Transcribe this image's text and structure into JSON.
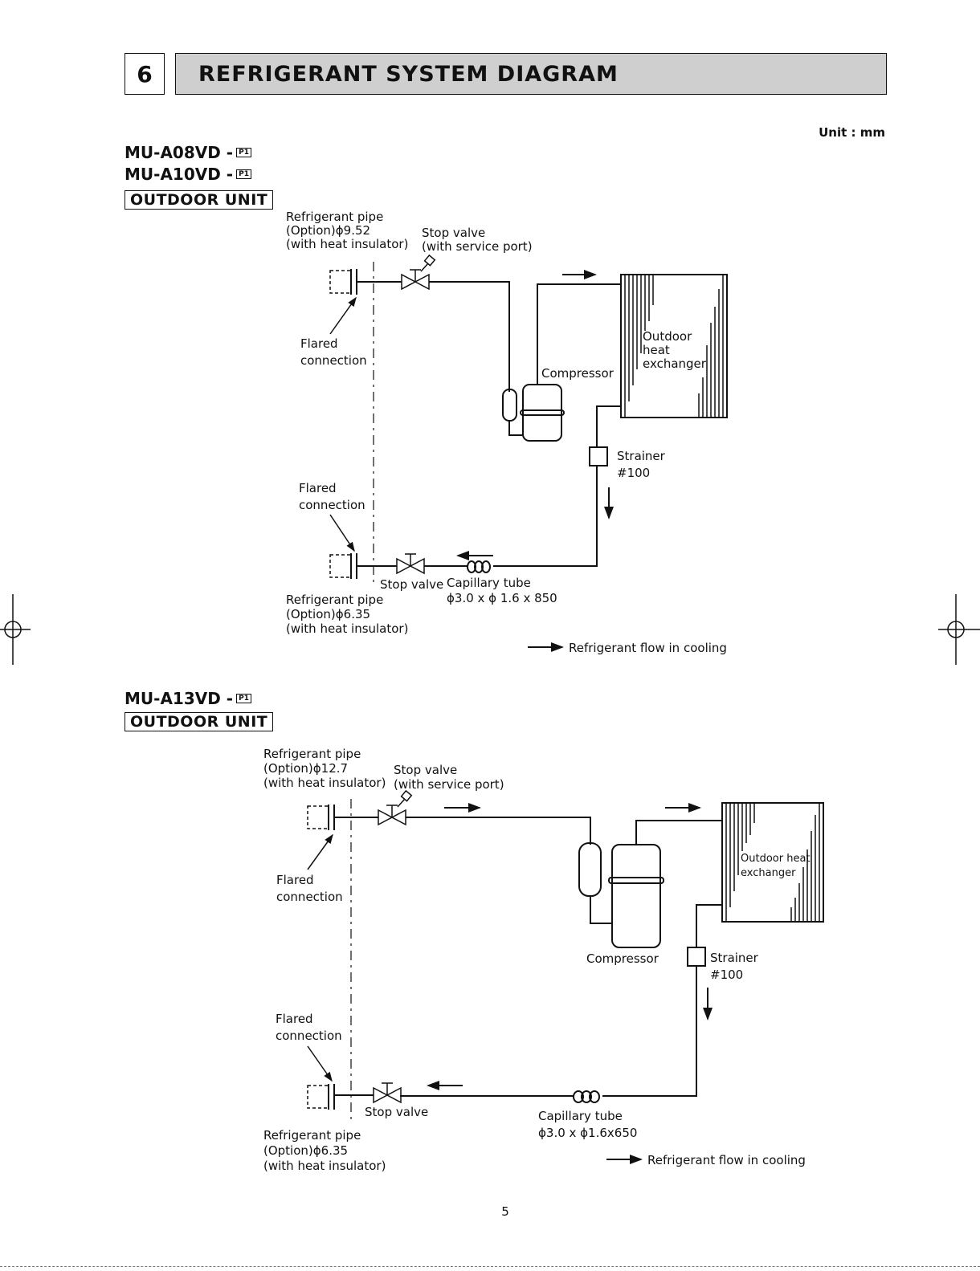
{
  "header": {
    "section_number": "6",
    "section_title": "REFRIGERANT SYSTEM DIAGRAM"
  },
  "unit_label": "Unit : mm",
  "diagram1": {
    "models": [
      {
        "name": "MU-A08VD -",
        "badge": "P1"
      },
      {
        "name": "MU-A10VD -",
        "badge": "P1"
      }
    ],
    "unit_title": "OUTDOOR UNIT",
    "labels": {
      "pipe_top": "Refrigerant pipe\n(Option)ϕ9.52\n(with heat insulator)",
      "stop_valve_top": "Stop valve\n(with service port)",
      "flared_top": "Flared\nconnection",
      "compressor": "Compressor",
      "heat_exchanger": "Outdoor\nheat\nexchanger",
      "strainer": "Strainer\n#100",
      "flared_bottom": "Flared\nconnection",
      "stop_valve_bottom": "Stop valve",
      "capillary": "Capillary tube\nϕ3.0 x ϕ 1.6 x 850",
      "pipe_bottom": "Refrigerant pipe\n(Option)ϕ6.35\n(with heat insulator)",
      "legend": "Refrigerant flow in cooling"
    }
  },
  "diagram2": {
    "models": [
      {
        "name": "MU-A13VD -",
        "badge": "P1"
      }
    ],
    "unit_title": "OUTDOOR UNIT",
    "labels": {
      "pipe_top": "Refrigerant pipe\n(Option)ϕ12.7\n(with heat insulator)",
      "stop_valve_top": "Stop valve\n(with service port)",
      "flared_top": "Flared\nconnection",
      "compressor": "Compressor",
      "heat_exchanger": "Outdoor heat\nexchanger",
      "strainer": "Strainer\n#100",
      "flared_bottom": "Flared\nconnection",
      "stop_valve_bottom": "Stop valve",
      "capillary": "Capillary tube\nϕ3.0 x ϕ1.6x650",
      "pipe_bottom": "Refrigerant pipe\n(Option)ϕ6.35\n(with heat insulator)",
      "legend": "Refrigerant flow in cooling"
    }
  },
  "page_number": "5"
}
